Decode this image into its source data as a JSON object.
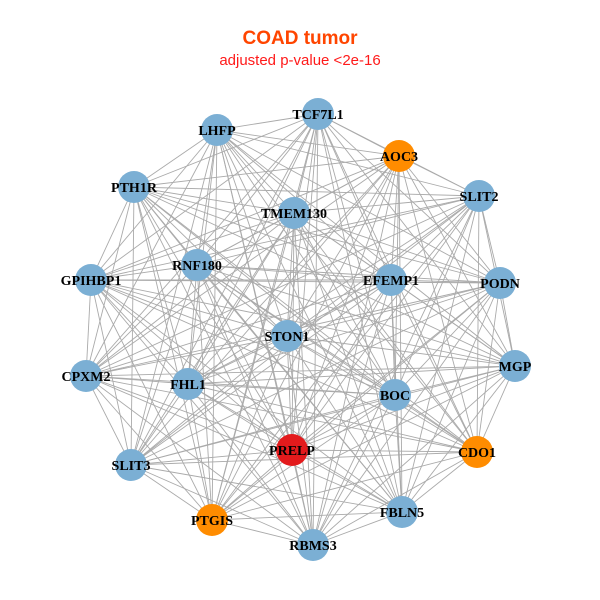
{
  "title": "COAD tumor",
  "subtitle": "adjusted p-value <2e-16",
  "colors": {
    "blue": "#7BAFD4",
    "orange": "#FF8C00",
    "red": "#E31A1C",
    "edge": "#AAAAAA"
  },
  "nodes": [
    {
      "id": "TCF7L1",
      "group": "blue"
    },
    {
      "id": "AOC3",
      "group": "orange"
    },
    {
      "id": "LHFP",
      "group": "blue"
    },
    {
      "id": "SLIT2",
      "group": "blue"
    },
    {
      "id": "PTH1R",
      "group": "blue"
    },
    {
      "id": "TMEM130",
      "group": "blue"
    },
    {
      "id": "RNF180",
      "group": "blue"
    },
    {
      "id": "EFEMP1",
      "group": "blue"
    },
    {
      "id": "PODN",
      "group": "blue"
    },
    {
      "id": "GPIHBP1",
      "group": "blue"
    },
    {
      "id": "STON1",
      "group": "blue"
    },
    {
      "id": "MGP",
      "group": "blue"
    },
    {
      "id": "CPXM2",
      "group": "blue"
    },
    {
      "id": "FHL1",
      "group": "blue"
    },
    {
      "id": "BOC",
      "group": "blue"
    },
    {
      "id": "PRELP",
      "group": "red"
    },
    {
      "id": "CDO1",
      "group": "orange"
    },
    {
      "id": "SLIT3",
      "group": "blue"
    },
    {
      "id": "FBLN5",
      "group": "blue"
    },
    {
      "id": "PTGIS",
      "group": "orange"
    },
    {
      "id": "RBMS3",
      "group": "blue"
    }
  ]
}
